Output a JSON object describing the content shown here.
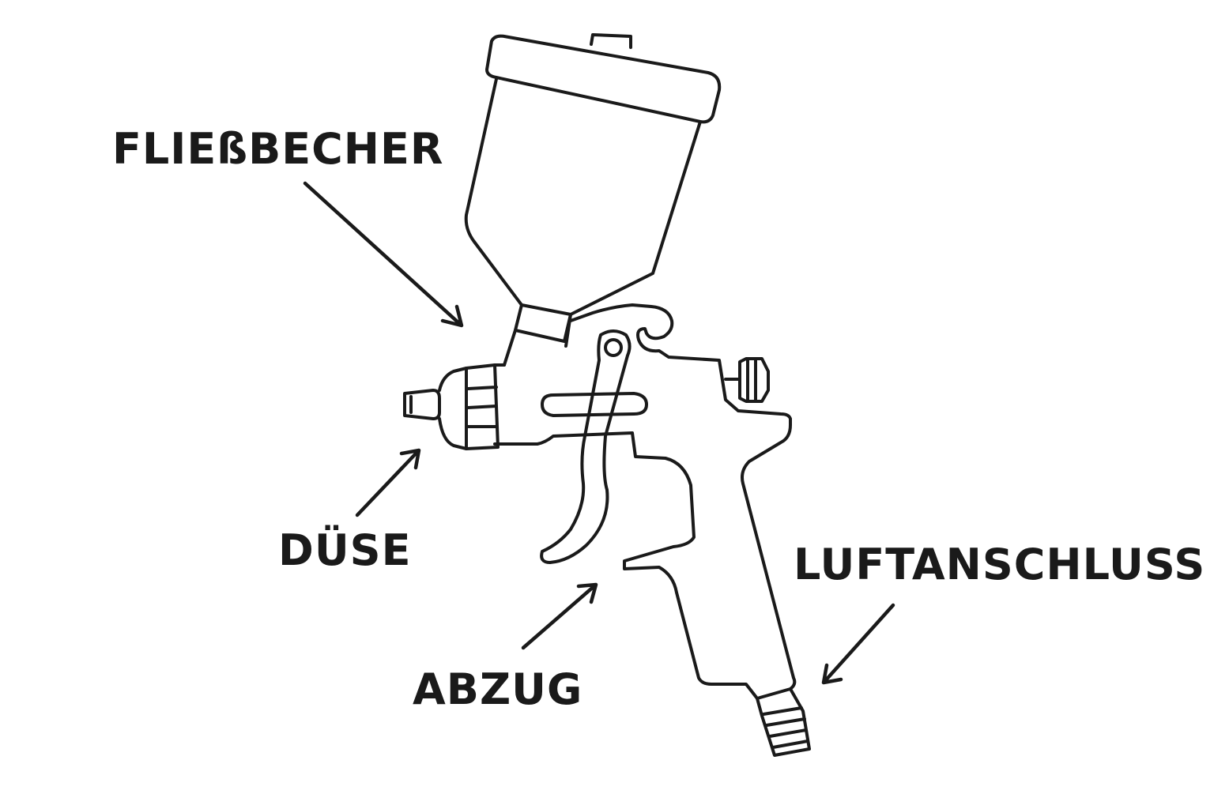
{
  "labels": {
    "cup": "FLIEßBECHER",
    "nozzle": "DÜSE",
    "trigger": "ABZUG",
    "air_inlet": "LUFTANSCHLUSS"
  },
  "colors": {
    "ink": "#1a1a1a",
    "background": "#ffffff"
  }
}
